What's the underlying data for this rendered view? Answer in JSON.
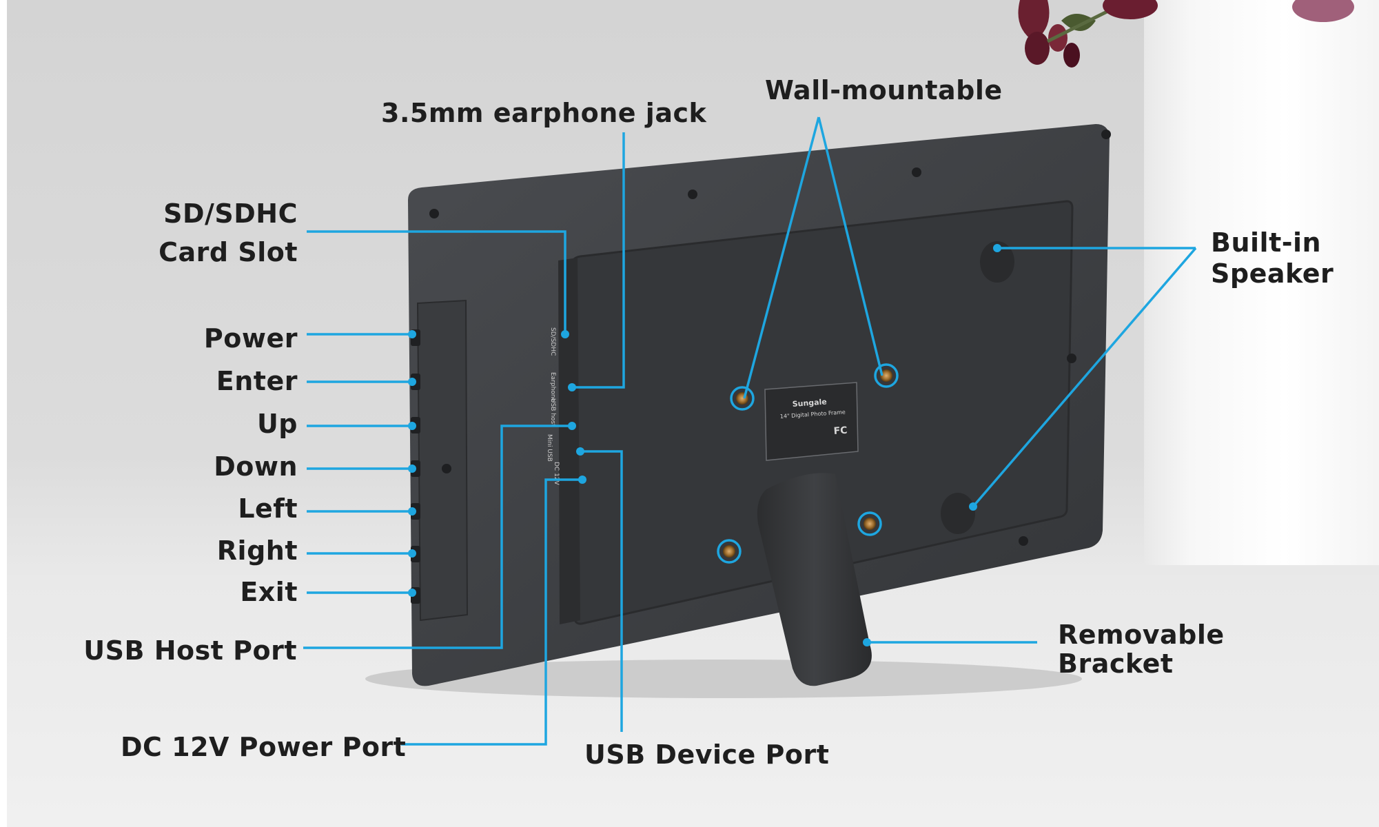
{
  "product": {
    "brand": "Sungale",
    "label_line": "14\" Digital Photo Frame",
    "fc_mark": "FC"
  },
  "port_prints": [
    "SD/SDHC",
    "Earphone",
    "USB host",
    "Mini USB",
    "DC 12V"
  ],
  "callouts": {
    "earphone_jack": "3.5mm earphone jack",
    "wall_mountable": "Wall-mountable",
    "sd_card_slot_line1": "SD/SDHC",
    "sd_card_slot_line2": "Card Slot",
    "power": "Power",
    "enter": "Enter",
    "up": "Up",
    "down": "Down",
    "left": "Left",
    "right": "Right",
    "exit": "Exit",
    "usb_host_port": "USB Host Port",
    "dc_power_port": "DC 12V Power Port",
    "usb_device_port": "USB Device Port",
    "speaker_line1": "Built-in",
    "speaker_line2": "Speaker",
    "bracket_line1": "Removable",
    "bracket_line2": "Bracket"
  },
  "colors": {
    "callout_line": "#1ea6e0",
    "frame_body": "#3c3e41",
    "label_text": "#1e1e1e"
  }
}
